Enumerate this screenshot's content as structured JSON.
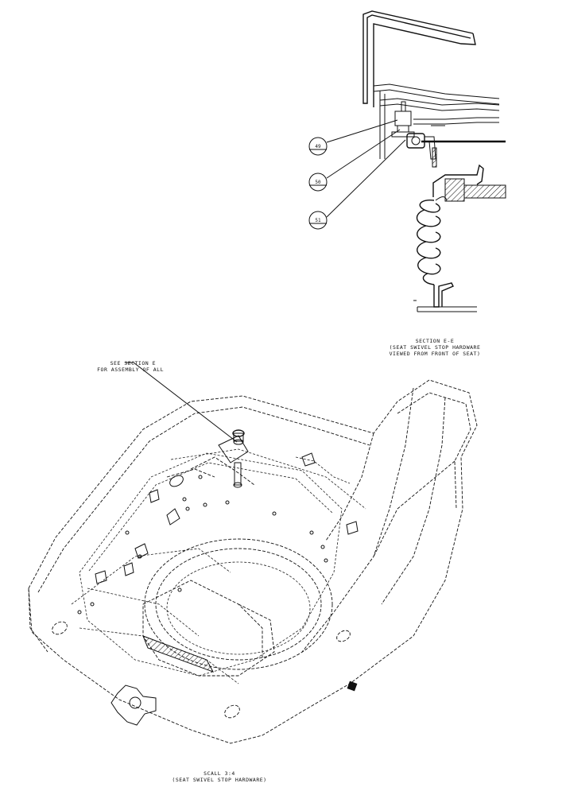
{
  "section_view": {
    "callouts": [
      {
        "id": "callout-49",
        "number": "49"
      },
      {
        "id": "callout-50",
        "number": "50"
      },
      {
        "id": "callout-51",
        "number": "51"
      }
    ],
    "caption_line1": "SECTION  E-E",
    "caption_line2": "(SEAT SWIVEL STOP HARDWARE",
    "caption_line3": "VIEWED FROM FRONT OF SEAT)"
  },
  "assembly_view": {
    "note_line1": "SEE SECTION E",
    "note_line2": "FOR ASSEMBLY OF ALL",
    "caption_line1": "SCALL  3:4",
    "caption_line2": "(SEAT SWIVEL STOP HARDWARE)"
  }
}
